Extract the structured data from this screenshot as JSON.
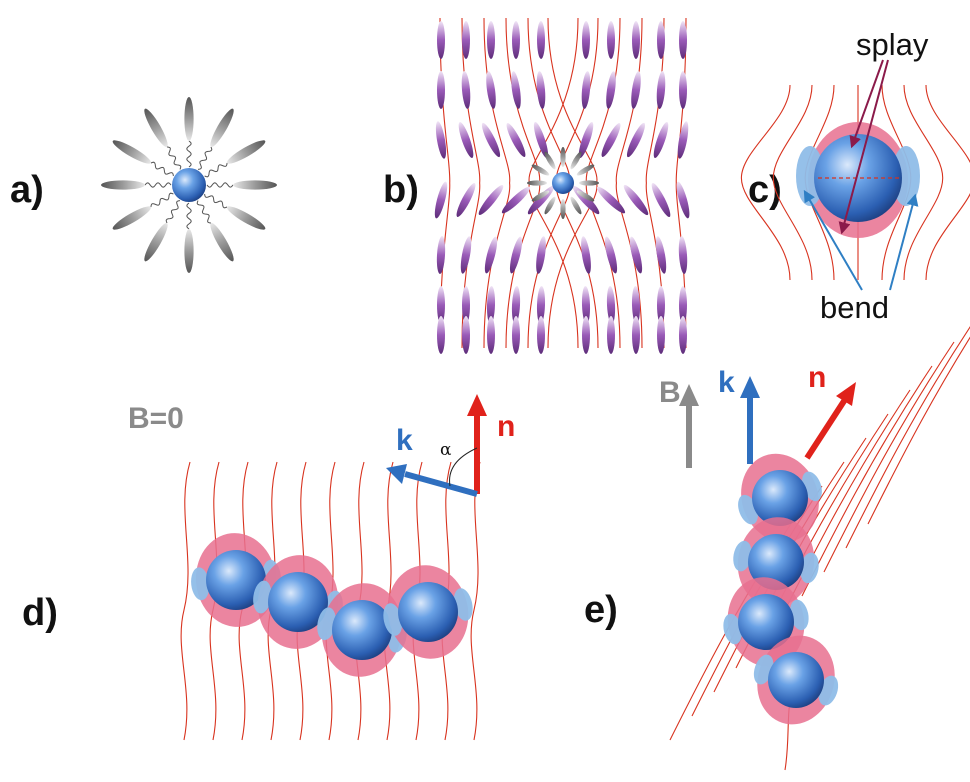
{
  "panels": {
    "a": {
      "label": "a)"
    },
    "b": {
      "label": "b)"
    },
    "c": {
      "label": "c)",
      "splay": "splay",
      "bend": "bend"
    },
    "d": {
      "label": "d)",
      "field": "B=0",
      "k": "k",
      "n": "n",
      "angle": "α"
    },
    "e": {
      "label": "e)",
      "B": "B",
      "k": "k",
      "n": "n"
    }
  },
  "colors": {
    "director_lines": "#d8331f",
    "particle": "#3f7fd6",
    "splay_region": "#e8708f",
    "bend_region": "#8fbde8",
    "liquid_crystal": "#9a5bb8",
    "ligand": "#8c8c8c",
    "k_vector": "#2f6fbf",
    "n_vector": "#e0221b",
    "B_vector": "#8a8a8a",
    "splay_arrow": "#8b1a4a",
    "bend_arrow": "#2f7fc4"
  },
  "icons": {
    "particle": "sphere-icon",
    "ligand": "ellipse-icon"
  }
}
